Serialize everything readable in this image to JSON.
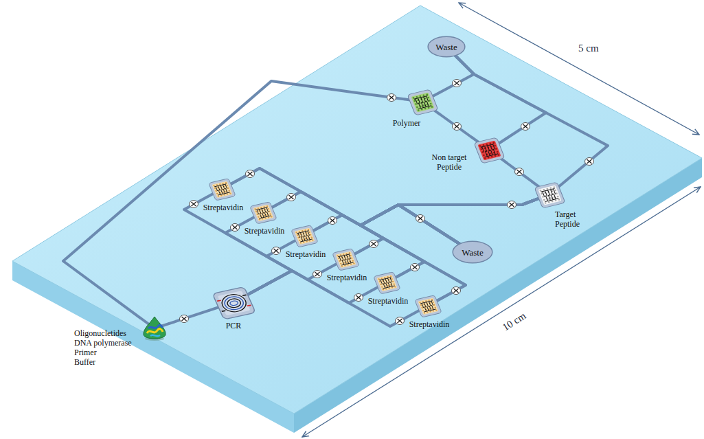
{
  "diagram": {
    "nodes": [
      {
        "text": [
          "Waste"
        ]
      },
      {
        "text": [
          "Polymer"
        ]
      },
      {
        "text": [
          "Non target Peptide"
        ]
      },
      {
        "text": [
          "Target Peptide"
        ]
      },
      {
        "text": [
          "Streptavidin"
        ]
      },
      {
        "text": [
          "Streptavidin"
        ]
      },
      {
        "text": [
          "Streptavidin"
        ]
      },
      {
        "text": [
          "Streptavidin"
        ]
      },
      {
        "text": [
          "Streptavidin"
        ]
      },
      {
        "text": [
          "Streptavidin"
        ]
      },
      {
        "text": [
          "Waste"
        ]
      },
      {
        "text": [
          "PCR"
        ]
      },
      {
        "text": [
          "Oligonucletides",
          "DNA polymerase",
          "Primer",
          "Buffer"
        ]
      }
    ],
    "edges": [
      {
        "from": 12,
        "to": 11,
        "arrow": "none"
      },
      {
        "from": 12,
        "to": 1,
        "arrow": "none"
      },
      {
        "from": 11,
        "to": 4,
        "arrow": "none"
      },
      {
        "from": 11,
        "to": 5,
        "arrow": "none"
      },
      {
        "from": 11,
        "to": 6,
        "arrow": "none"
      },
      {
        "from": 11,
        "to": 7,
        "arrow": "none"
      },
      {
        "from": 11,
        "to": 8,
        "arrow": "none"
      },
      {
        "from": 11,
        "to": 9,
        "arrow": "none"
      },
      {
        "from": 4,
        "to": 10,
        "arrow": "none"
      },
      {
        "from": 5,
        "to": 10,
        "arrow": "none"
      },
      {
        "from": 6,
        "to": 10,
        "arrow": "none"
      },
      {
        "from": 7,
        "to": 10,
        "arrow": "none"
      },
      {
        "from": 8,
        "to": 10,
        "arrow": "none"
      },
      {
        "from": 9,
        "to": 10,
        "arrow": "none"
      },
      {
        "from": 4,
        "to": 3,
        "arrow": "none"
      },
      {
        "from": 5,
        "to": 3,
        "arrow": "none"
      },
      {
        "from": 6,
        "to": 3,
        "arrow": "none"
      },
      {
        "from": 7,
        "to": 3,
        "arrow": "none"
      },
      {
        "from": 8,
        "to": 3,
        "arrow": "none"
      },
      {
        "from": 9,
        "to": 3,
        "arrow": "none"
      },
      {
        "from": 1,
        "to": 2,
        "arrow": "none"
      },
      {
        "from": 2,
        "to": 3,
        "arrow": "none"
      },
      {
        "from": 1,
        "to": 0,
        "arrow": "none"
      },
      {
        "from": 2,
        "to": 0,
        "arrow": "none"
      },
      {
        "from": 3,
        "to": 0,
        "arrow": "none"
      }
    ],
    "labels": [
      "5 cm",
      "10 cm"
    ]
  }
}
